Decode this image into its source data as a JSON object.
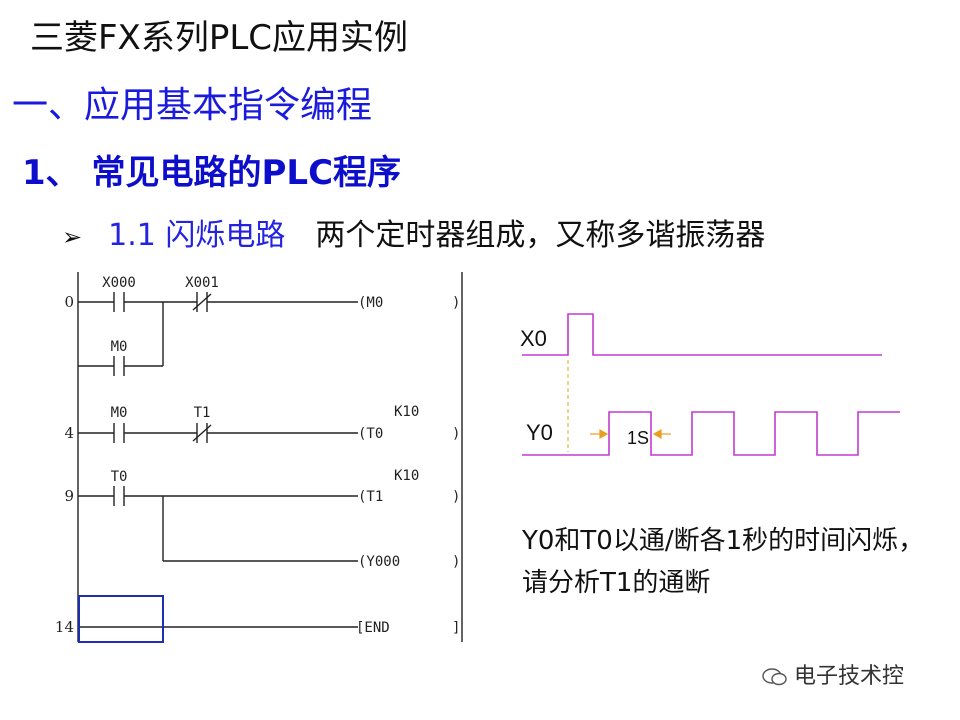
{
  "title": "三菱FX系列PLC应用实例",
  "heading1": "一、应用基本指令编程",
  "heading2": "1、 常见电路的PLC程序",
  "subsection": {
    "bullet": "➢",
    "title": "1.1 闪烁电路",
    "desc": "两个定时器组成，又称多谐振荡器"
  },
  "ladder": {
    "step_numbers": [
      "0",
      "4",
      "9",
      "14"
    ],
    "contacts": [
      "X000",
      "X001",
      "M0",
      "M0",
      "T1",
      "T0"
    ],
    "coils": [
      "(M0",
      "(T0",
      "(T1",
      "(Y000",
      "[END"
    ],
    "coil_ends": [
      ")",
      ")",
      ")",
      ")",
      "]"
    ],
    "constants": [
      "K10",
      "K10"
    ]
  },
  "timing": {
    "signals": [
      "X0",
      "Y0"
    ],
    "duration_label": "1S"
  },
  "explanation": " Y0和T0以通/断各1秒的时间闪烁，请分析T1的通断",
  "watermark": "电子技术控",
  "colors": {
    "title": "#111111",
    "heading1": "#1a1adc",
    "heading2": "#0d0dcc",
    "waveform": "#c33ad0",
    "guide": "#e8a020",
    "selection_box": "#1c2fb0"
  }
}
